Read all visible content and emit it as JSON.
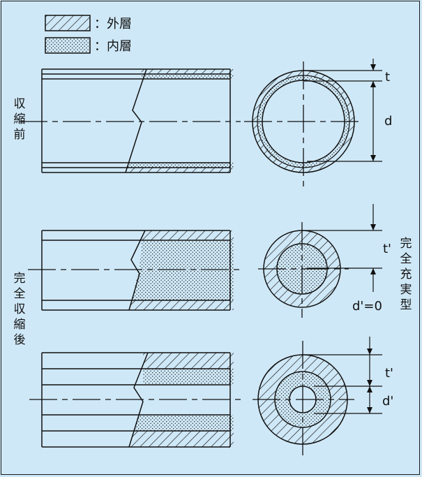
{
  "legend": {
    "outer_label": "：外層",
    "inner_label": "：内層"
  },
  "states": {
    "before": [
      "収",
      "縮",
      "前"
    ],
    "after": [
      "完",
      "全",
      "収",
      "縮",
      "後"
    ],
    "full_solid": [
      "完",
      "全",
      "充",
      "実",
      "型"
    ]
  },
  "dimensions": {
    "t": "t",
    "d": "d",
    "t_prime_1": "t'",
    "d_zero": "d'=0",
    "t_prime_2": "t'",
    "d_prime": "d'"
  },
  "colors": {
    "background": "#cfe8f7",
    "line": "#111111"
  }
}
